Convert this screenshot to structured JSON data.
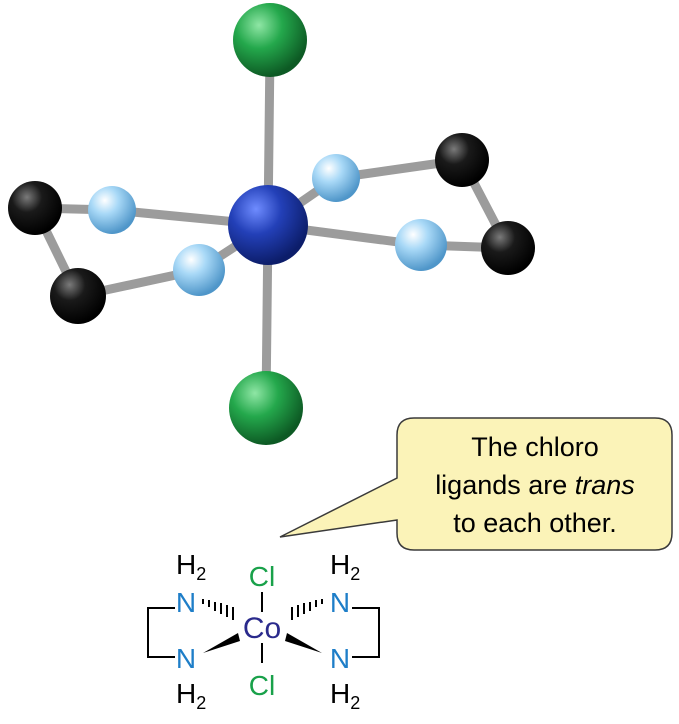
{
  "callout": {
    "line1": "The chloro",
    "line2_prefix": "ligands are ",
    "line2_italic": "trans",
    "line3": "to each other.",
    "fill_color": "#fbf3b8",
    "stroke_color": "#3a3a3a"
  },
  "model": {
    "colors": {
      "cobalt": "#1e3fa8",
      "chlorine": "#22a84a",
      "nitrogen": "#8ec9ee",
      "carbon": "#111111",
      "bond": "#9a9a9a"
    }
  },
  "structure": {
    "metal": "Co",
    "top_ligand": "Cl",
    "bottom_ligand": "Cl",
    "n_top_left": "N",
    "n_bottom_left": "N",
    "n_top_right": "N",
    "n_bottom_right": "N",
    "h2_main": "H",
    "h2_sub": "2",
    "colors": {
      "metal": "#2a2a8c",
      "chlorine": "#19a14a",
      "nitrogen": "#1e7ec8",
      "text": "#000000"
    }
  }
}
